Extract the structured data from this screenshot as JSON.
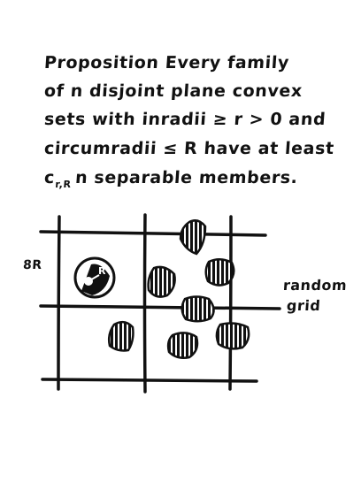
{
  "text": {
    "line1": "Proposition   Every family",
    "line2": "of n disjoint plane convex",
    "line3": "sets with inradii ≥ r > 0 and",
    "line4": "circumradii ≤ R have at least",
    "line5_c": "c",
    "line5_sub": "r,R",
    "line5_rest": "n separable members."
  },
  "figure": {
    "cell_label": "8R",
    "grid_label_1": "random",
    "grid_label_2": "grid",
    "marked_label": "R",
    "ink_color": "#111111"
  }
}
